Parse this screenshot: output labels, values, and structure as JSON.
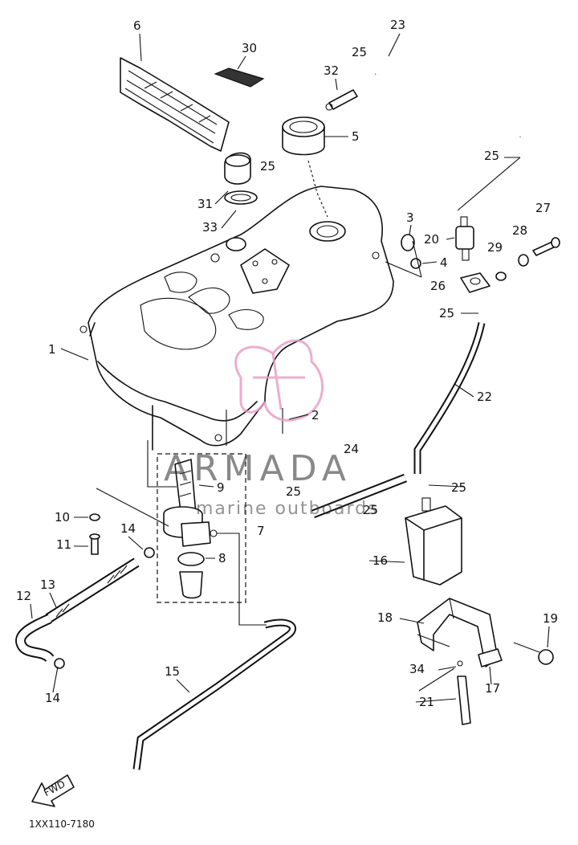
{
  "diagram": {
    "code": "1XX110-7180",
    "fwd_label": "FWD",
    "watermark": {
      "brand": "ARMADA",
      "tagline": "marine outboards"
    },
    "callouts": [
      "1",
      "2",
      "3",
      "4",
      "5",
      "6",
      "7",
      "8",
      "9",
      "10",
      "11",
      "12",
      "13",
      "14",
      "14",
      "15",
      "16",
      "17",
      "18",
      "19",
      "20",
      "21",
      "22",
      "23",
      "24",
      "25",
      "25",
      "25",
      "25",
      "25",
      "25",
      "25",
      "26",
      "27",
      "28",
      "29",
      "30",
      "31",
      "32",
      "33",
      "34"
    ]
  }
}
